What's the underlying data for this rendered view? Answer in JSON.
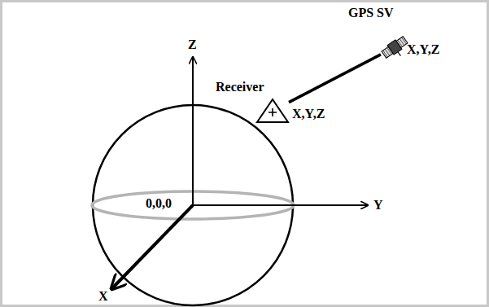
{
  "diagram": {
    "nodes": [
      {
        "text": [
          "GPS SV",
          "X,Y,Z"
        ]
      },
      {
        "text": [
          "Receiver",
          "X,Y,Z"
        ]
      }
    ],
    "edges": [
      {
        "from": 1,
        "to": 0,
        "arrow": "none"
      }
    ],
    "labels": [
      "Z",
      "0,0,0",
      "Y",
      "X"
    ]
  }
}
